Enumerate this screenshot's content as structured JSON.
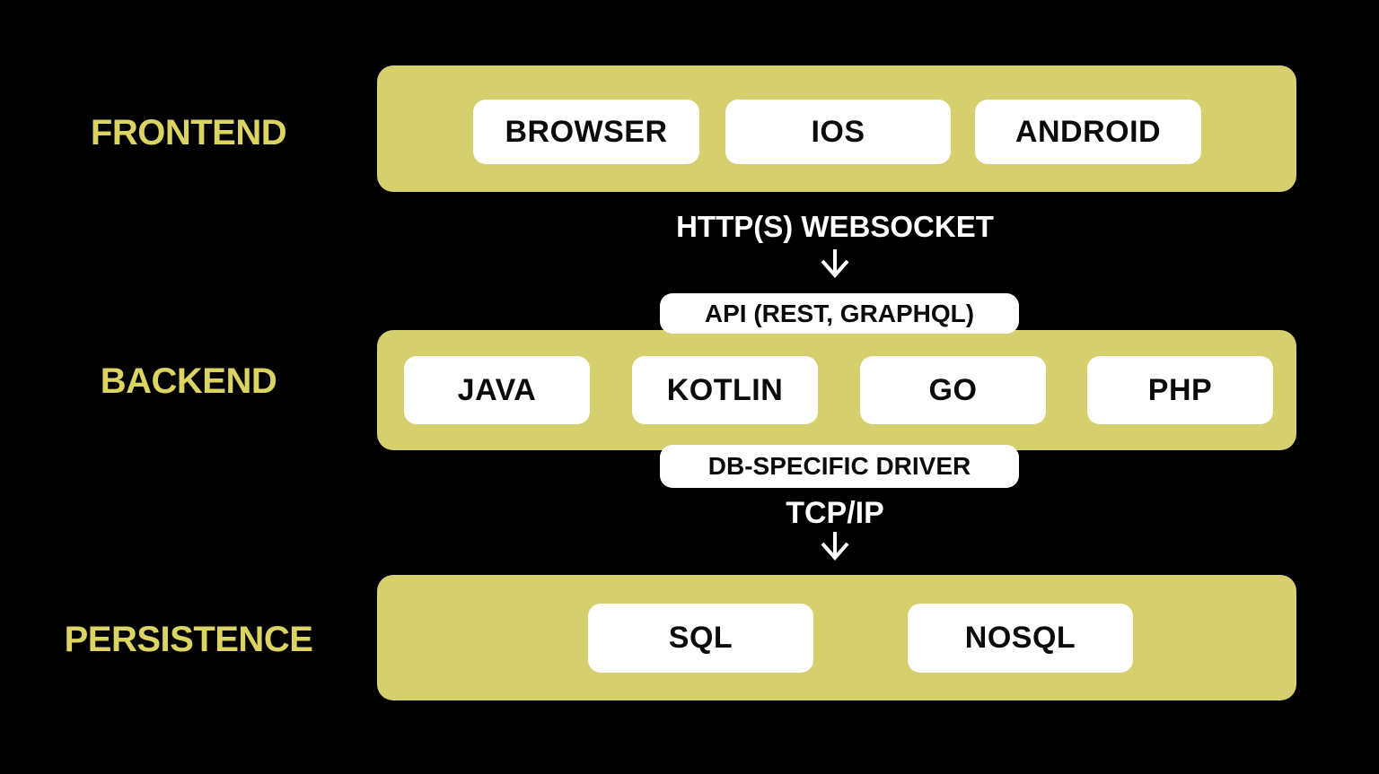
{
  "colors": {
    "background": "#000000",
    "band": "#d6cf6d",
    "layer_label_text": "#dcd462",
    "chip_background": "#ffffff",
    "chip_text": "#0b0b0b",
    "protocol_text": "#ffffff",
    "arrow": "#ffffff"
  },
  "layers": [
    {
      "label": "FRONTEND",
      "boxes": [
        "BROWSER",
        "IOS",
        "ANDROID"
      ]
    },
    {
      "label": "BACKEND",
      "boxes": [
        "JAVA",
        "KOTLIN",
        "GO",
        "PHP"
      ]
    },
    {
      "label": "PERSISTENCE",
      "boxes": [
        "SQL",
        "NOSQL"
      ]
    }
  ],
  "connections": [
    {
      "from": "FRONTEND",
      "to": "BACKEND",
      "protocol": "HTTP(S) WEBSOCKET",
      "arrow": "down",
      "interface_box": "API (REST, GRAPHQL)"
    },
    {
      "from": "BACKEND",
      "to": "PERSISTENCE",
      "interface_box": "DB-SPECIFIC DRIVER",
      "protocol": "TCP/IP",
      "arrow": "down"
    }
  ]
}
